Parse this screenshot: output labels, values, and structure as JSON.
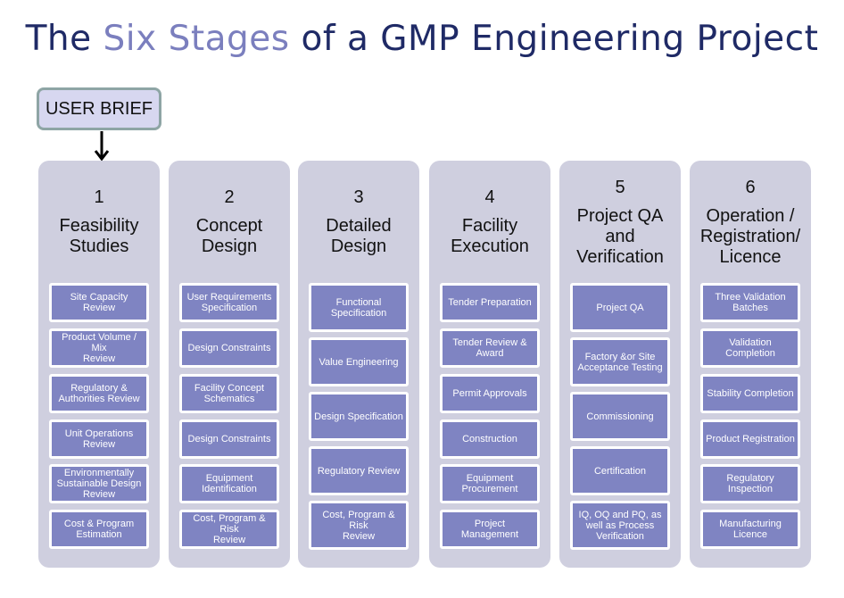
{
  "title": {
    "part1": "The ",
    "accent": "Six Stages",
    "part2": " of a GMP Engineering Project"
  },
  "user_brief": "USER BRIEF",
  "stages": [
    {
      "number": "1",
      "title": "Feasibility\nStudies",
      "tasks": [
        "Site Capacity Review",
        "Product Volume  / Mix\nReview",
        "Regulatory &\nAuthorities Review",
        "Unit Operations\nReview",
        "Environmentally\nSustainable Design\nReview",
        "Cost & Program\nEstimation"
      ]
    },
    {
      "number": "2",
      "title": "Concept\nDesign",
      "tasks": [
        "User Requirements\nSpecification",
        "Design Constraints",
        "Facility Concept\nSchematics",
        "Design Constraints",
        "Equipment\nIdentification",
        "Cost, Program & Risk\nReview"
      ]
    },
    {
      "number": "3",
      "title": "Detailed\nDesign",
      "tasks": [
        "Functional\nSpecification",
        "Value Engineering",
        "Design Specification",
        "Regulatory Review",
        "Cost, Program & Risk\nReview"
      ]
    },
    {
      "number": "4",
      "title": "Facility\nExecution",
      "tasks": [
        "Tender Preparation",
        "Tender Review &\nAward",
        "Permit Approvals",
        "Construction",
        "Equipment\nProcurement",
        "Project Management"
      ]
    },
    {
      "number": "5",
      "title": "Project QA\nand\nVerification",
      "tasks": [
        "Project QA",
        "Factory &or Site\nAcceptance Testing",
        "Commissioning",
        "Certification",
        "IQ, OQ and PQ, as\nwell as Process\nVerification"
      ]
    },
    {
      "number": "6",
      "title": "Operation /\nRegistration/\nLicence",
      "tasks": [
        "Three Validation\nBatches",
        "Validation\nCompletion",
        "Stability Completion",
        "Product Registration",
        "Regulatory\nInspection",
        "Manufacturing\nLicence"
      ]
    }
  ],
  "colors": {
    "title_dark": "#1f2a66",
    "title_accent": "#7b7fbe",
    "stage_bg": "#cfcfdf",
    "task_bg": "#7f84c2",
    "brief_bg": "#d7d7f0",
    "brief_border": "#8ea5a5"
  }
}
